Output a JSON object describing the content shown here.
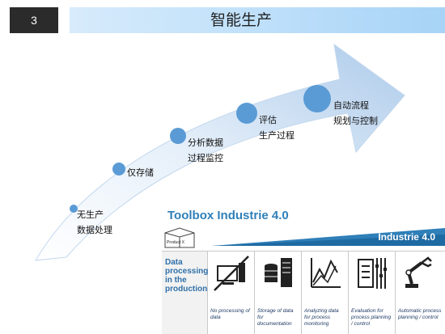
{
  "page_number": "3",
  "title": "智能生产",
  "stages": [
    {
      "line1": "无生产",
      "line2": "数据处理"
    },
    {
      "line1": "仅存储",
      "line2": ""
    },
    {
      "line1": "分析数据",
      "line2": "过程监控"
    },
    {
      "line1": "评估",
      "line2": "生产过程"
    },
    {
      "line1": "自动流程",
      "line2": "规划与控制"
    }
  ],
  "toolbox": {
    "title": "Toolbox Industrie 4.0",
    "band_label": "Industrie 4.0",
    "product_label": "Product X",
    "row_header": "Data processing in the production",
    "columns": [
      {
        "icon": "no-processing-icon",
        "label": "No processing of data"
      },
      {
        "icon": "storage-icon",
        "label": "Storage of data for documentation"
      },
      {
        "icon": "chart-analysis-icon",
        "label": "Analyzing data for process monitoring"
      },
      {
        "icon": "checklist-icon",
        "label": "Evaluation for process planning / control"
      },
      {
        "icon": "robot-arm-icon",
        "label": "Automatic process planning / control"
      }
    ]
  },
  "colors": {
    "arrow_light": "#e8f1fb",
    "arrow_dark": "#b7d2ee",
    "circle": "#5b9bd5",
    "band": "#2f7fb8"
  }
}
